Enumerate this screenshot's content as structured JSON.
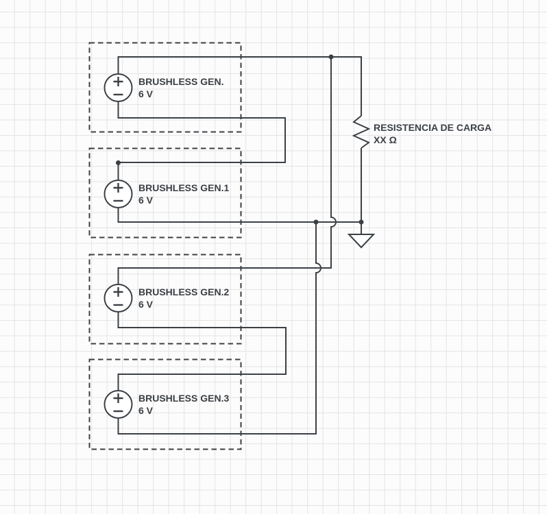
{
  "diagram": {
    "generators": [
      {
        "name": "BRUSHLESS GEN.",
        "voltage": "6 V"
      },
      {
        "name": "BRUSHLESS GEN.1",
        "voltage": "6 V"
      },
      {
        "name": "BRUSHLESS GEN.2",
        "voltage": "6 V"
      },
      {
        "name": "BRUSHLESS GEN.3",
        "voltage": "6 V"
      }
    ],
    "load": {
      "name": "RESISTENCIA DE CARGA",
      "value": "XX Ω"
    },
    "symbols": {
      "source_plus": "+",
      "source_minus": "−",
      "ground": "earth-ground"
    },
    "colors": {
      "stroke": "#3b4045",
      "grid": "#e4e4e4",
      "background": "#fcfcfc"
    }
  }
}
